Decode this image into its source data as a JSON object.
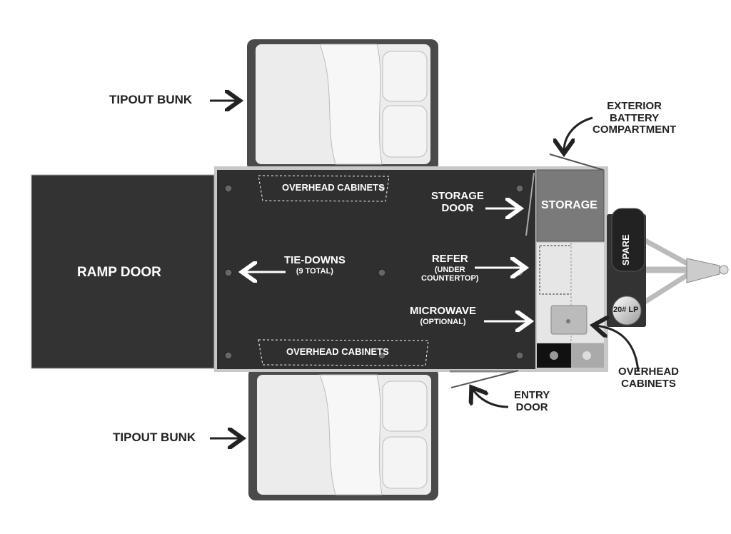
{
  "labels": {
    "tipout_bunk_top": "TIPOUT BUNK",
    "tipout_bunk_bottom": "TIPOUT BUNK",
    "exterior_battery": [
      "EXTERIOR",
      "BATTERY",
      "COMPARTMENT"
    ],
    "ramp_door": "RAMP DOOR",
    "overhead_cabinets_top": "OVERHEAD CABINETS",
    "overhead_cabinets_bottom": "OVERHEAD CABINETS",
    "storage_door": [
      "STORAGE",
      "DOOR"
    ],
    "storage": "STORAGE",
    "tie_downs": "TIE-DOWNS",
    "tie_downs_note": "(9 TOTAL)",
    "refer": "REFER",
    "refer_note": [
      "(UNDER",
      "COUNTERTOP)"
    ],
    "microwave": "MICROWAVE",
    "microwave_note": "(OPTIONAL)",
    "spare": "SPARE",
    "lp": "20# LP",
    "overhead_cabinets_kitchen": [
      "OVERHEAD",
      "CABINETS"
    ],
    "entry_door": [
      "ENTRY",
      "DOOR"
    ]
  },
  "colors": {
    "floor": "#2f2f2f",
    "frame": "#c8c8c8",
    "storage": "#7a7a7a",
    "counter": "#e6e6e6",
    "bunk_frame": "#4a4a4a"
  }
}
